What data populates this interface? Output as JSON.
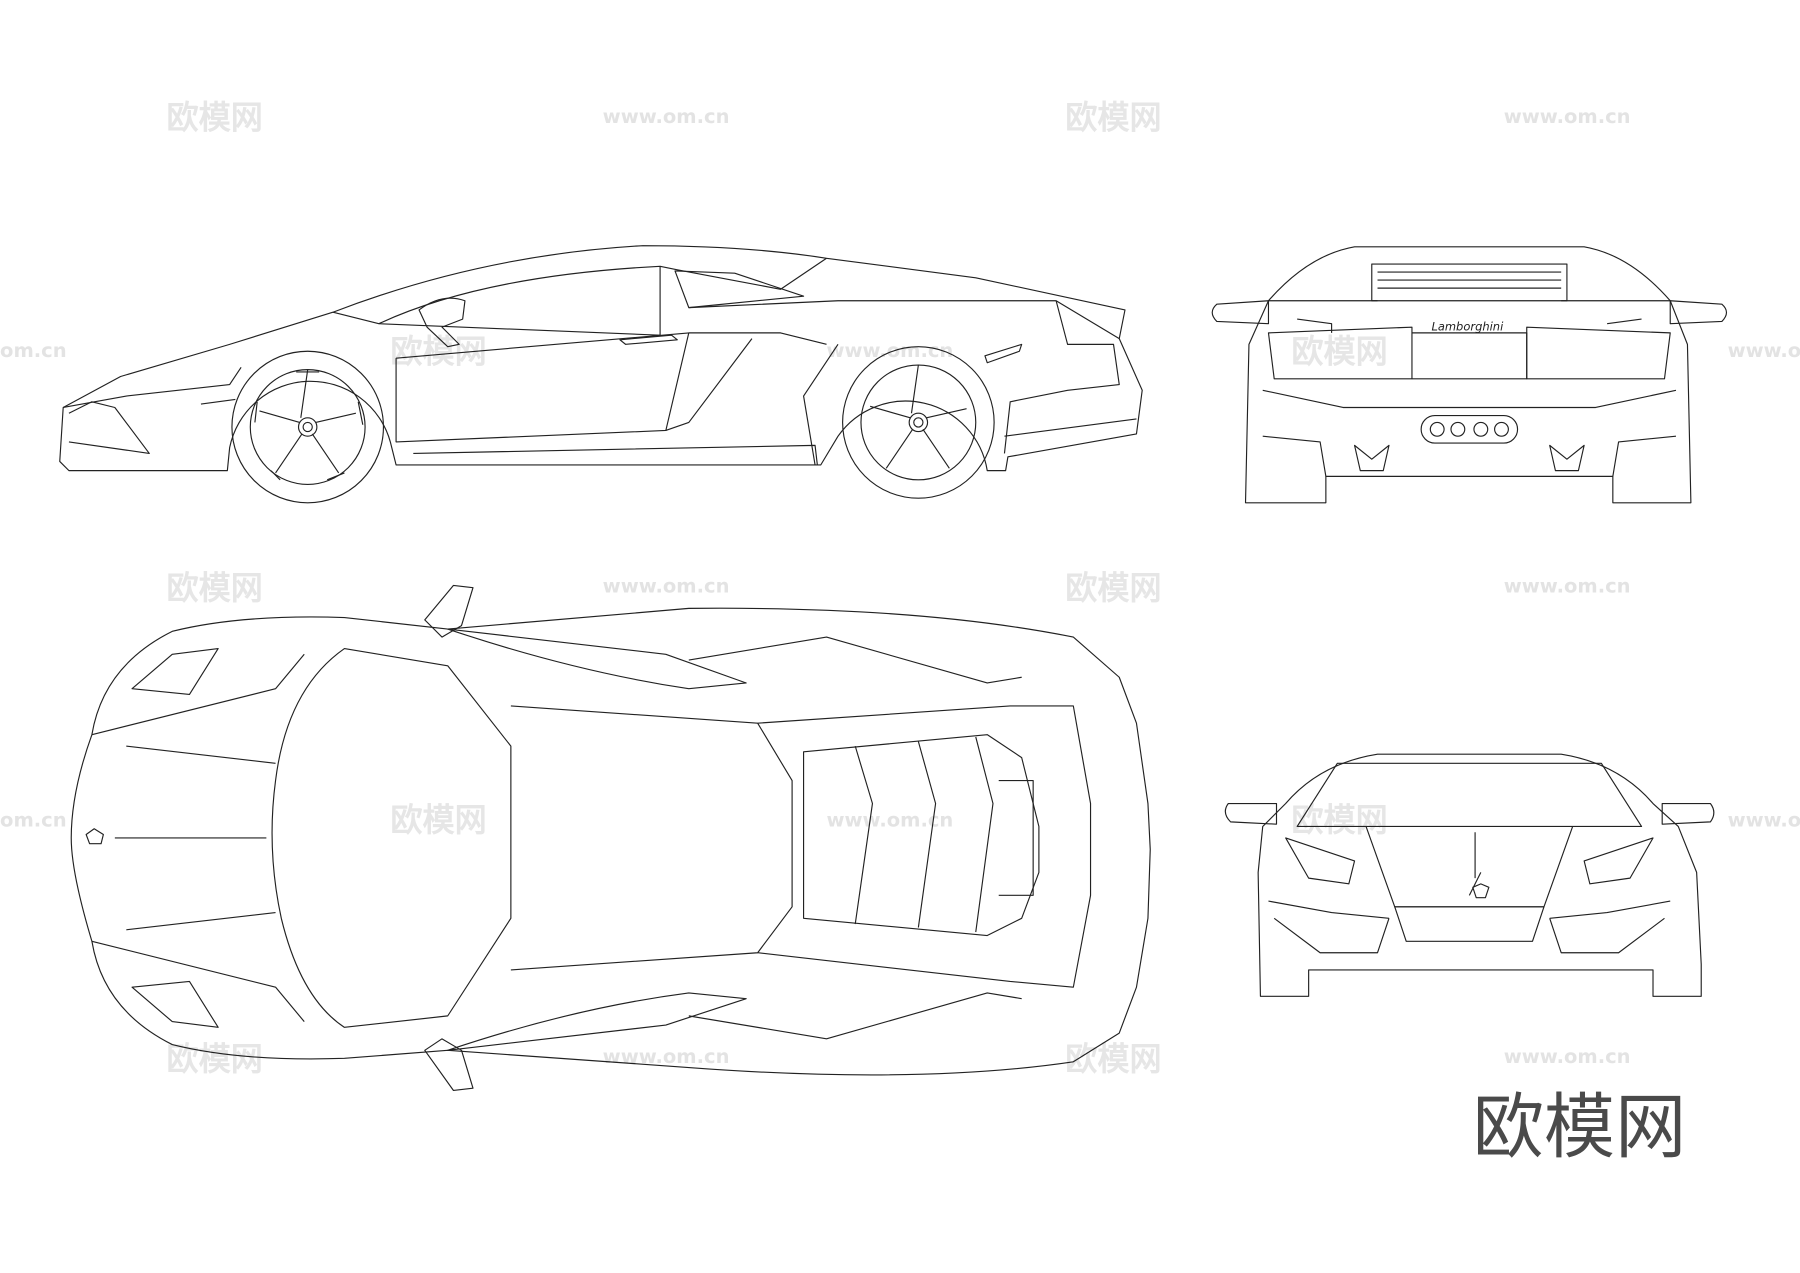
{
  "watermark": {
    "site_name": "欧模网",
    "url": "www.om.cn",
    "url_partial": "om.cn"
  },
  "rear_view": {
    "badge_text": "Lamborghini"
  },
  "logo": {
    "text": "欧模网"
  },
  "colors": {
    "line": "#222222",
    "watermark": "#e6e6e6",
    "logo": "#4a4a4a"
  }
}
